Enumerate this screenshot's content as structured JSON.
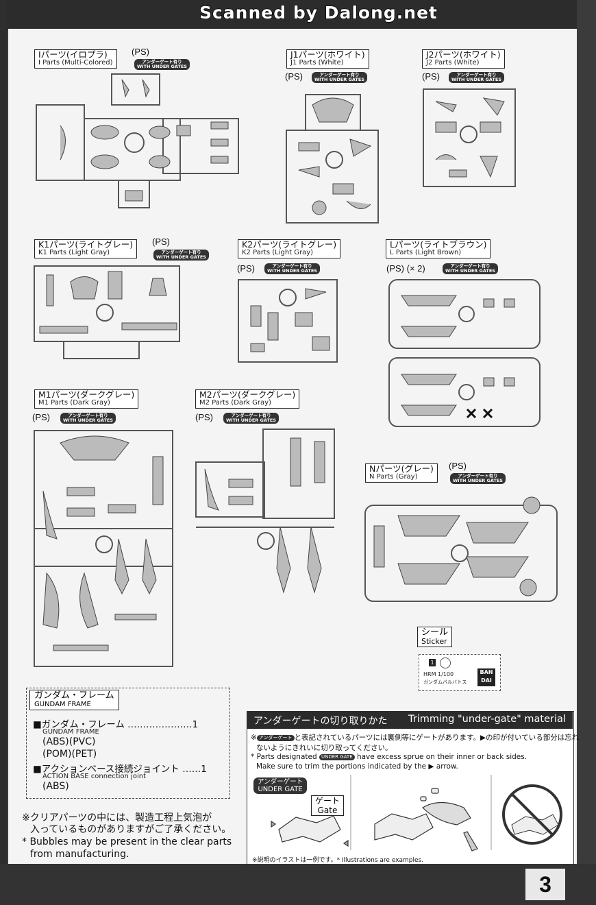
{
  "header": {
    "scan_credit": "Scanned by Dalong.net"
  },
  "under_gate_badge": {
    "jp": "アンダーゲート有り",
    "en": "WITH UNDER GATES"
  },
  "ps_label": "(PS)",
  "runners": {
    "I": {
      "jp": "Iパーツ(イロプラ)",
      "en": "I Parts (Multi-Colored)"
    },
    "J1": {
      "jp": "J1パーツ(ホワイト)",
      "en": "J1 Parts (White)"
    },
    "J2": {
      "jp": "J2パーツ(ホワイト)",
      "en": "J2 Parts (White)"
    },
    "K1": {
      "jp": "K1パーツ(ライトグレー)",
      "en": "K1 Parts (Light Gray)"
    },
    "K2": {
      "jp": "K2パーツ(ライトグレー)",
      "en": "K2 Parts (Light Gray)"
    },
    "L": {
      "jp": "Lパーツ(ライトブラウン)",
      "en": "L Parts (Light Brown)",
      "ps": "(PS) (× 2)"
    },
    "M1": {
      "jp": "M1パーツ(ダークグレー)",
      "en": "M1 Parts (Dark Gray)"
    },
    "M2": {
      "jp": "M2パーツ(ダークグレー)",
      "en": "M2 Parts (Dark Gray)"
    },
    "N": {
      "jp": "Nパーツ(グレー)",
      "en": "N Parts (Gray)"
    }
  },
  "sticker": {
    "jp": "シール",
    "en": "Sticker",
    "number": "1",
    "line1": "HRM 1/100",
    "line2": "ガンダムバルバトス",
    "brand1": "BAN",
    "brand2": "DAI"
  },
  "gundam_frame": {
    "title_jp": "ガンダム・フレーム",
    "title_en": "GUNDAM FRAME",
    "item1_jp": "■ガンダム・フレーム …………………1",
    "item1_en": "GUNDAM FRAME",
    "item1_mat1": "(ABS)(PVC)",
    "item1_mat2": "(POM)(PET)",
    "item2_jp": "■アクションベース接続ジョイント ……1",
    "item2_en": "ACTION BASE connection joint",
    "item2_mat": "(ABS)"
  },
  "clear_note": {
    "jp1": "※クリアパーツの中には、製造工程上気泡が",
    "jp2": "入っているものがありますがご了承ください。",
    "en1": "* Bubbles may be present in the clear parts",
    "en2": "from manufacturing."
  },
  "trimming": {
    "title_jp": "アンダーゲートの切り取りかた",
    "title_en": "Trimming \"under-gate\" material",
    "jp_line1_pre": "※",
    "jp_line1_badge": "アンダーゲート",
    "jp_line1_post": "と表記されているパーツには裏側等にゲートがあります。▶の印が付いている部分は忘れ",
    "jp_line2": "ないようにきれいに切り取ってください。",
    "en_line1_pre": "* Parts designated",
    "en_line1_badge": "UNDER GATE",
    "en_line1_post": "have excess sprue on their inner or back sides.",
    "en_line2": "Make sure to trim the portions indicated by the ▶ arrow.",
    "ug_jp": "アンダーゲート",
    "ug_en": "UNDER GATE",
    "gate_jp": "ゲート",
    "gate_en": "Gate",
    "footnote": "※説明のイラストは一例です。* Illustrations are examples."
  },
  "page_number": "3"
}
